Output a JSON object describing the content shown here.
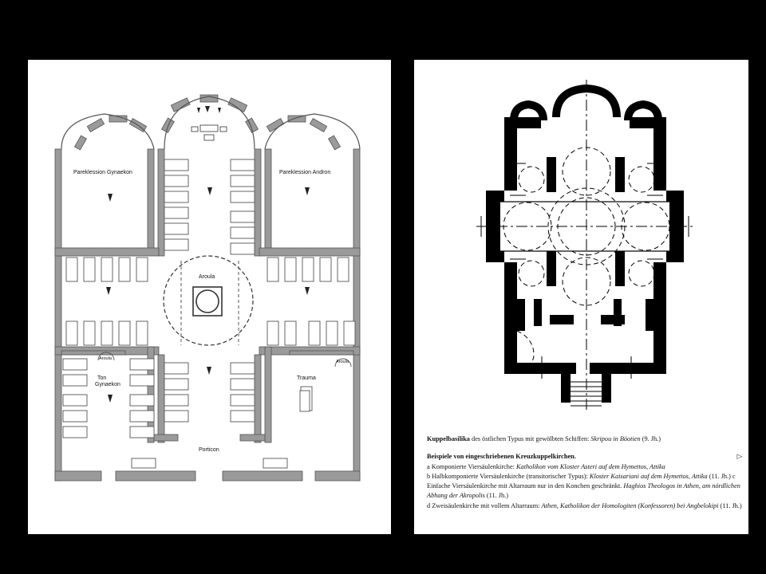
{
  "left_plan": {
    "labels": {
      "parekklesion_gynaekon": "Pareklession Gynaekon",
      "parekklesion_andron": "Pareklession Andron",
      "aroula_center": "Aroula",
      "aroula_left": "Aroula",
      "aroula_right": "Aroula",
      "ton": "Ton",
      "gynaekon": "Gynaekon",
      "trauma": "Trauma",
      "porticon": "Porticon"
    }
  },
  "right_plan": {
    "caption": {
      "title_bold": "Kuppelbasilika",
      "title_rest": " des östlichen Typus mit gewölbten Schiffen: ",
      "title_italic": "Skripou in Böotien",
      "title_end": " (9. Jh.)",
      "arrow": "▷",
      "examples_heading": "Beispiele von eingeschriebenen Kreuzkuppelkirchen.",
      "a_plain": "a Komponierte Viersäulenkirche: ",
      "a_italic": "Katholikon vom Kloster Asteri auf dem Hymettos, Attika",
      "b_plain": "b Halbkomponierte Viersäulenkirche (transitorischer Typus): ",
      "b_italic": "Kloster Kaisariani auf dem Hymettos, Attika",
      "b_end": " (11. Jh.)",
      "c_plain": "c Einfache Viersäulenkirche mit Altarraum nur in den Konchen geschränkt. ",
      "c_italic": "Haghios Theologos in Athen, am nördlichen Abhang der Akropolis",
      "c_end": " (11. Jh.)",
      "d_plain": "d Zweisäulenkirche mit vollem Altarraum: ",
      "d_italic": "Athen, Katholikon der Homologiten (Konfessoren) bei Angbelokipi",
      "d_end": " (11. Jh.)"
    }
  }
}
